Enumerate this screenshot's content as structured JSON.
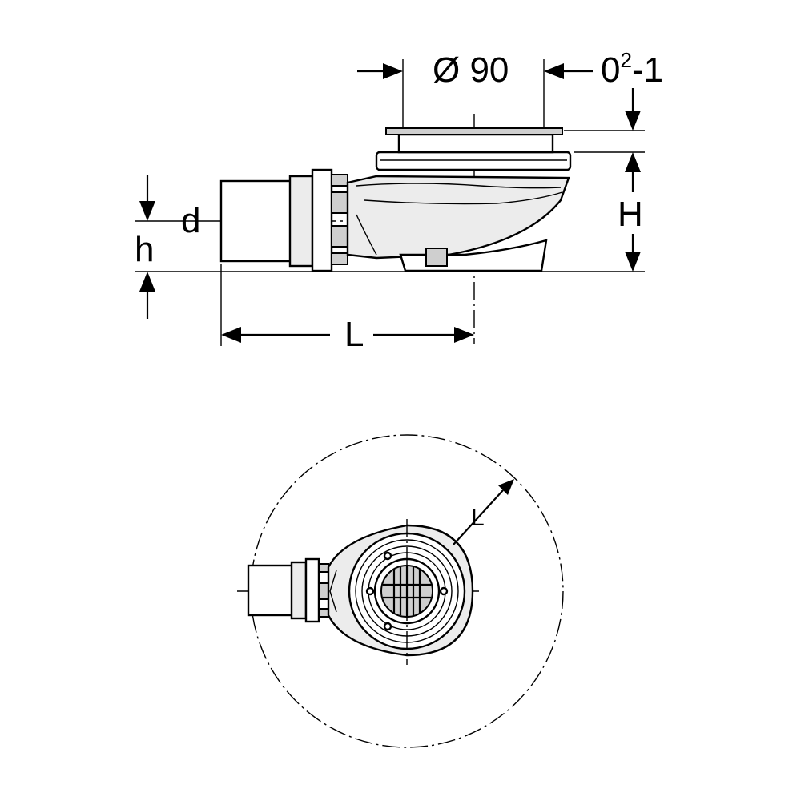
{
  "side_view": {
    "dim_diameter": "Ø 90",
    "dim_offset_base": "0",
    "dim_offset_sup": "2",
    "dim_offset_tail": "-1",
    "dim_height": "H",
    "dim_pipe_diameter": "d",
    "dim_pipe_height": "h",
    "dim_length": "L"
  },
  "top_view": {
    "dim_length": "L"
  }
}
